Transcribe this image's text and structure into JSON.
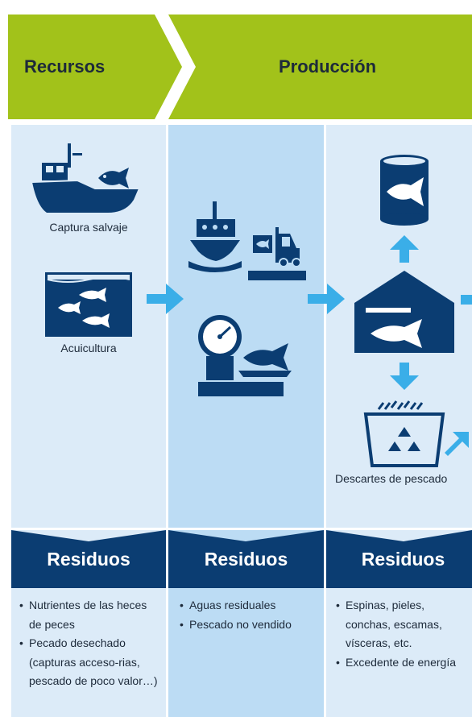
{
  "header": {
    "stage_1": "Recursos",
    "stage_2": "Producción"
  },
  "columns": [
    {
      "captions": [
        "Captura salvaje",
        "Acuicultura"
      ],
      "icons": [
        "fishing-boat-icon",
        "fish-icon",
        "aquaculture-tank-icon"
      ]
    },
    {
      "captions": [],
      "icons": [
        "cargo-ship-icon",
        "forklift-icon",
        "weighing-scale-icon"
      ]
    },
    {
      "captions": [
        "Descartes de pescado"
      ],
      "icons": [
        "fish-can-icon",
        "processing-plant-icon",
        "recycling-bin-icon"
      ]
    }
  ],
  "waste": {
    "label": "Residuos",
    "columns": [
      {
        "items": [
          "Nutrientes de las heces de peces",
          "Pecado desechado (capturas acceso-rias, pescado de poco valor…)"
        ]
      },
      {
        "items": [
          "Aguas residuales",
          "Pescado no vendido"
        ]
      },
      {
        "items": [
          "Espinas, pieles, conchas, escamas, vísceras, etc.",
          "Excedente de energía"
        ]
      }
    ]
  },
  "colors": {
    "header_green": "#a2c21a",
    "navy": "#0b3d72",
    "arrow_blue": "#3aaee8",
    "panel_light": "#dcebf8",
    "panel_mid": "#bcdcf4"
  }
}
